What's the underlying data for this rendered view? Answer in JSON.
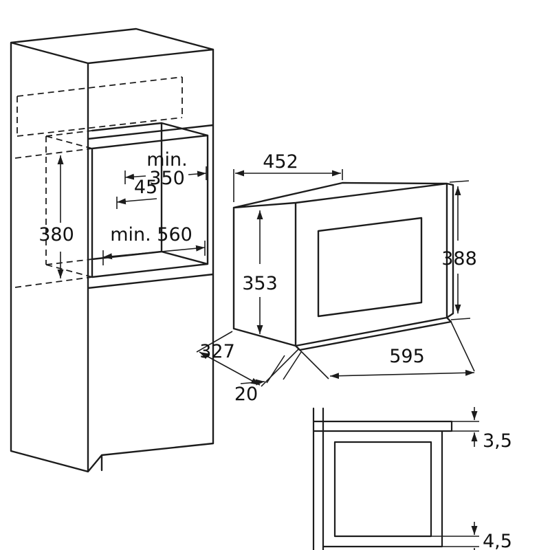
{
  "diagram": {
    "cabinet": {
      "niche_depth_prefix": "min.",
      "niche_depth_value": "350",
      "clearance_45": "45",
      "niche_height": "380",
      "niche_width": "min. 560"
    },
    "oven": {
      "body_width": "452",
      "body_height": "353",
      "frame_height": "388",
      "frame_width": "595",
      "body_depth": "327",
      "frame_protrusion": "20"
    },
    "detail": {
      "gap_top": "3,5",
      "gap_bottom": "4,5"
    }
  }
}
